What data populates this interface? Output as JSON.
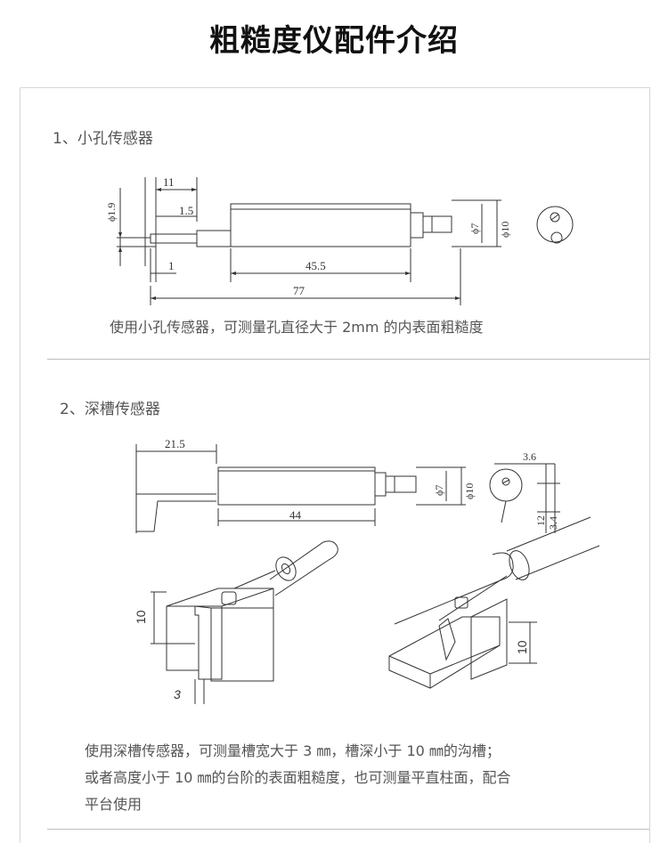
{
  "page_title": "粗糙度仪配件介绍",
  "section1": {
    "title": "1、小孔传感器",
    "caption": "使用小孔传感器，可测量孔直径大于 2mm 的内表面粗糙度",
    "dims": {
      "d_1_9": "ϕ1.9",
      "len_11": "11",
      "len_1_5": "1.5",
      "len_1": "1",
      "len_45_5": "45.5",
      "len_77": "77",
      "d_7": "ϕ7",
      "d_10": "ϕ10"
    }
  },
  "section2": {
    "title": "2、深槽传感器",
    "caption_line1": "使用深槽传感器，可测量槽宽大于 3 ㎜，槽深小于 10 ㎜的沟槽；",
    "caption_line2": "或者高度小于 10 ㎜的台阶的表面粗糙度，也可测量平直柱面，配合",
    "caption_line3": "平台使用",
    "dims": {
      "len_21_5": "21.5",
      "len_44": "44",
      "d_7": "ϕ7",
      "d_10": "ϕ10",
      "len_3_6": "3.6",
      "len_12": "12",
      "len_3_4": "3.4",
      "iso_10_left": "10",
      "iso_3": "3",
      "iso_10_right": "10"
    }
  }
}
